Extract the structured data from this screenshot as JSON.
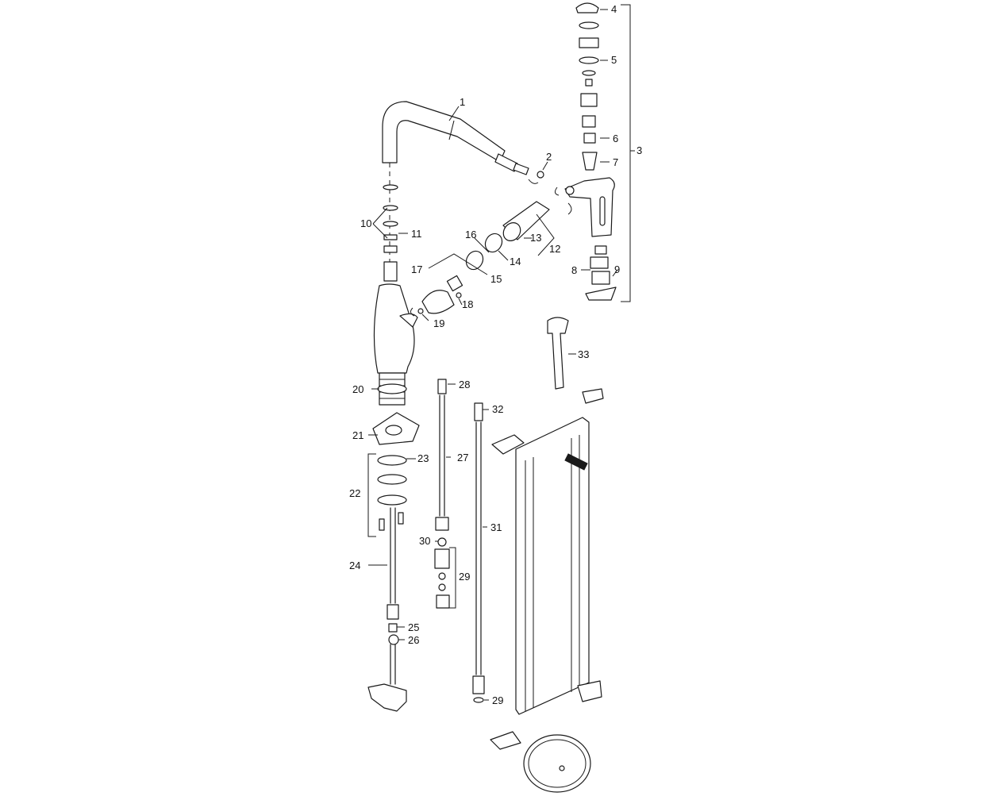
{
  "callouts": [
    "1",
    "2",
    "3",
    "4",
    "5",
    "6",
    "7",
    "8",
    "9",
    "10",
    "11",
    "12",
    "13",
    "14",
    "15",
    "16",
    "17",
    "18",
    "19",
    "20",
    "21",
    "22",
    "23",
    "24",
    "25",
    "26",
    "27",
    "28",
    "29",
    "29",
    "30",
    "31",
    "32",
    "33"
  ],
  "colors": {
    "line": "#1a1a1a",
    "background": "#ffffff"
  }
}
